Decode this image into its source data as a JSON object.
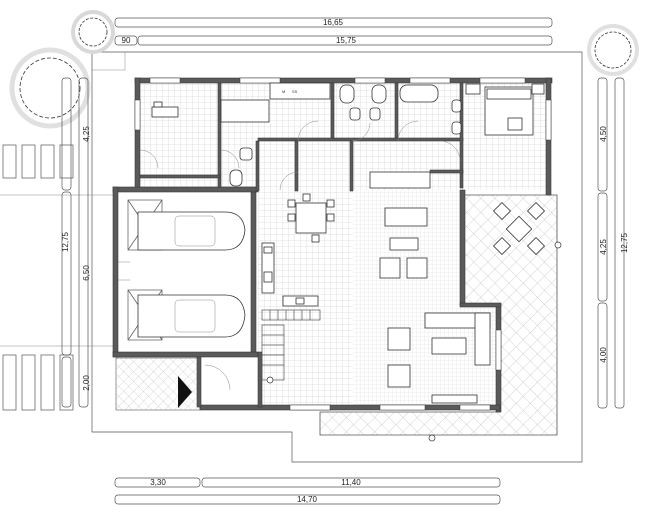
{
  "dimensions": {
    "top_total": "16,65",
    "top_offset": "90",
    "top_inner": "15,75",
    "left_upper": "4,25",
    "left_total": "12,75",
    "left_mid": "6,50",
    "left_lower": "2,00",
    "right_upper": "4,50",
    "right_mid": "4,25",
    "right_lower": "4,00",
    "right_total": "12,75",
    "bottom_left": "3,30",
    "bottom_right": "11,40",
    "bottom_total": "14,70"
  },
  "labels": {
    "laundry_m": "M",
    "laundry_s": "SS"
  },
  "colors": {
    "wall": "#5a5a5a",
    "line": "#555555",
    "tile": "#bdbdbd",
    "terrace": "#a8a8a8"
  }
}
